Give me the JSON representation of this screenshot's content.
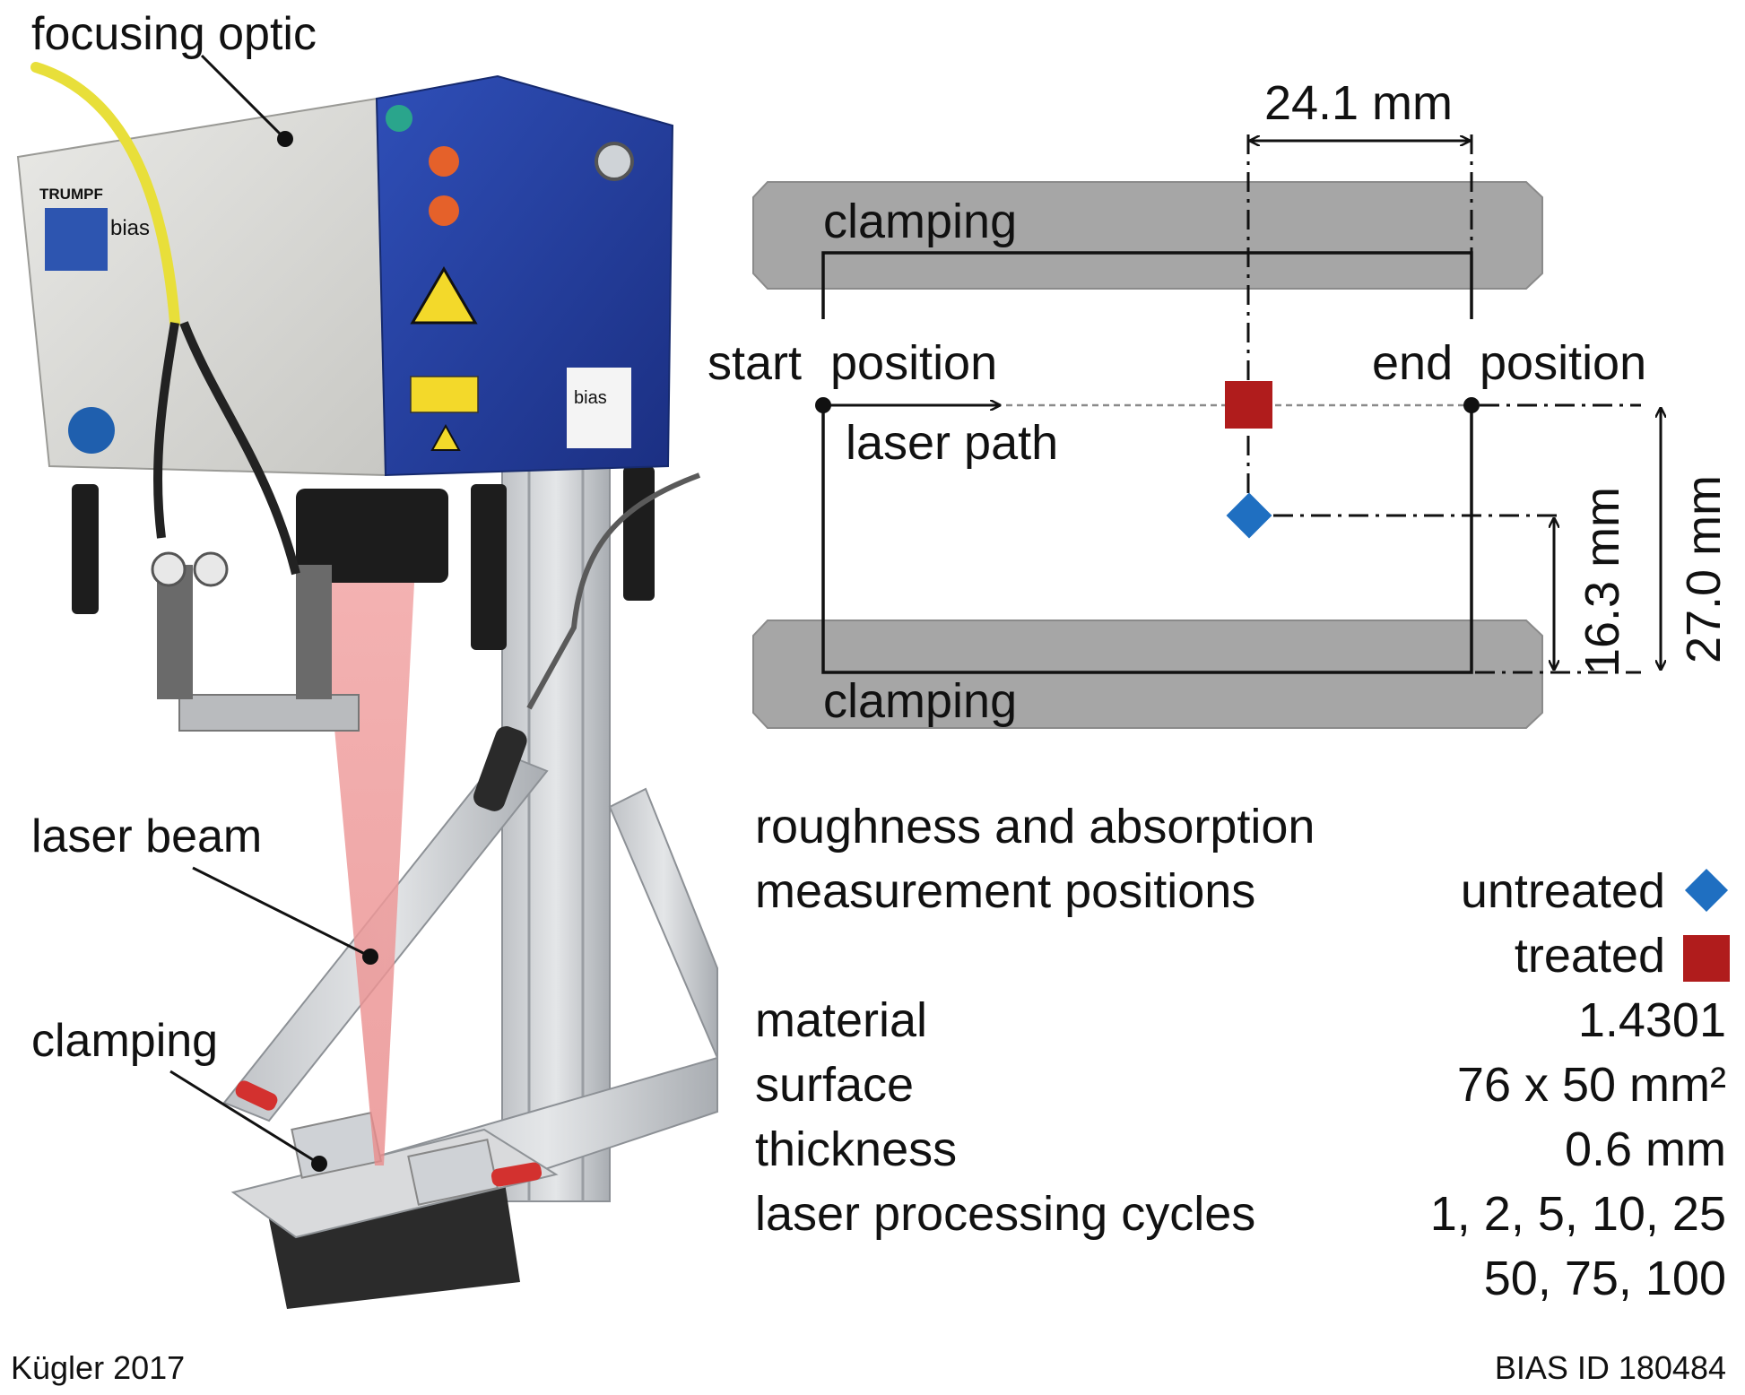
{
  "photo": {
    "labels": {
      "focusing_optic": "focusing optic",
      "laser_beam": "laser beam",
      "clamping": "clamping"
    },
    "brand_text": "TRUMPF",
    "logo_text": "bias"
  },
  "schematic": {
    "clamp_top_label": "clamping",
    "clamp_bottom_label": "clamping",
    "start_label": "start",
    "start_position_label": "position",
    "end_label": "end",
    "end_position_label": "position",
    "laser_path_label": "laser path",
    "dim_horizontal": "24.1 mm",
    "dim_vertical_small": "16.3 mm",
    "dim_vertical_large": "27.0 mm",
    "colors": {
      "clamp_fill": "#a6a6a6",
      "treated_marker": "#b01c1c",
      "untreated_marker": "#1f6fc1"
    }
  },
  "info": {
    "heading_line1": "roughness and absorption",
    "heading_line2": "measurement positions",
    "legend_untreated": "untreated",
    "legend_treated": "treated",
    "rows": [
      {
        "label": "material",
        "value": "1.4301"
      },
      {
        "label": "surface",
        "value": "76 x 50 mm²"
      },
      {
        "label": "thickness",
        "value": "0.6 mm"
      },
      {
        "label": "laser processing cycles",
        "value": "1, 2, 5, 10, 25"
      }
    ],
    "cycles_line2": "50, 75, 100"
  },
  "footer": {
    "left": "Kügler 2017",
    "right": "BIAS ID 180484"
  }
}
